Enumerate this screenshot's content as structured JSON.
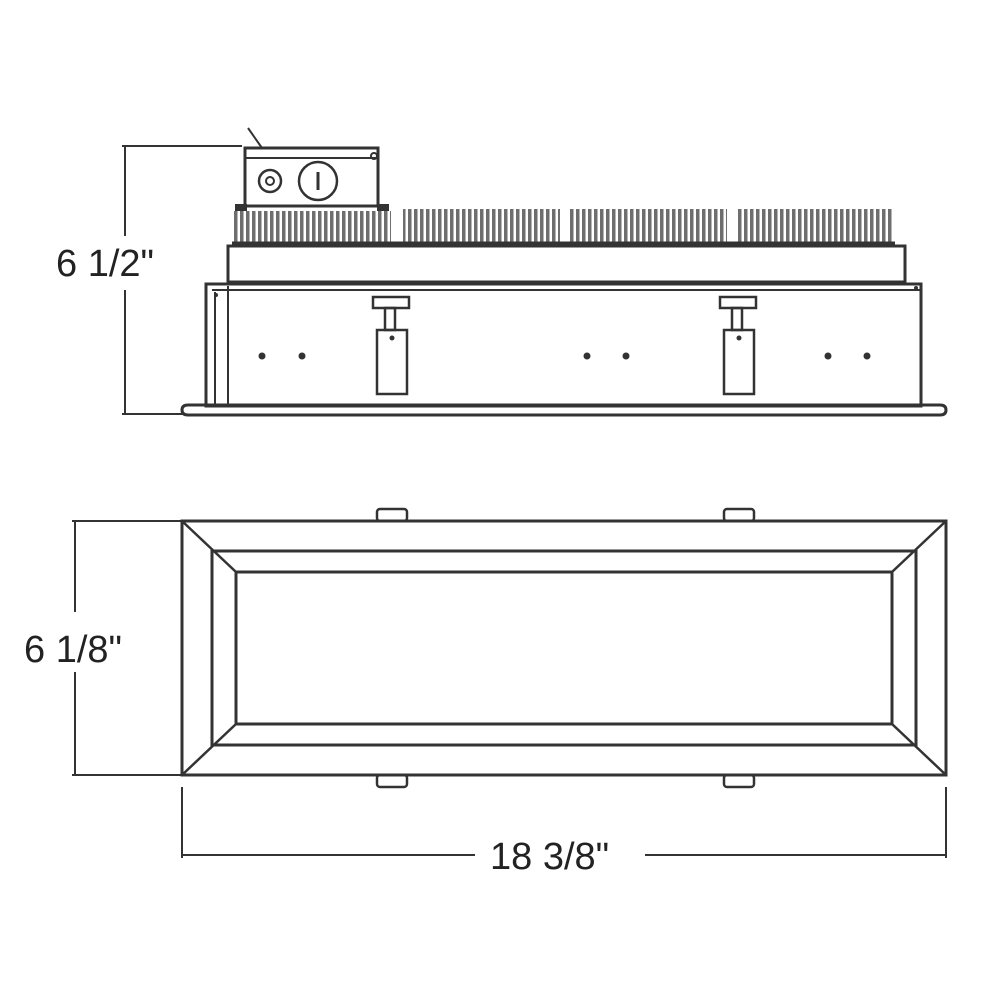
{
  "dimensions": {
    "height": "6 1/2\"",
    "depth": "6 1/8\"",
    "length": "18 3/8\""
  },
  "colors": {
    "line": "#333333",
    "fins": "#6e6e6e",
    "background": "#ffffff"
  }
}
